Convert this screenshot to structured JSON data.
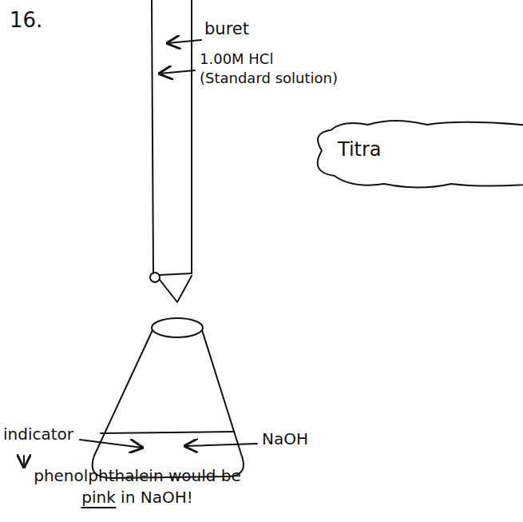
{
  "diagram": {
    "nodes": [
      {
        "text": [
          "Titra"
        ]
      }
    ],
    "labels": [
      "16.",
      "buret",
      "1.00M HCl (Standard solution)",
      "indicator",
      "NaOH",
      "phenolphthalein would be pink in NaOH!"
    ]
  }
}
